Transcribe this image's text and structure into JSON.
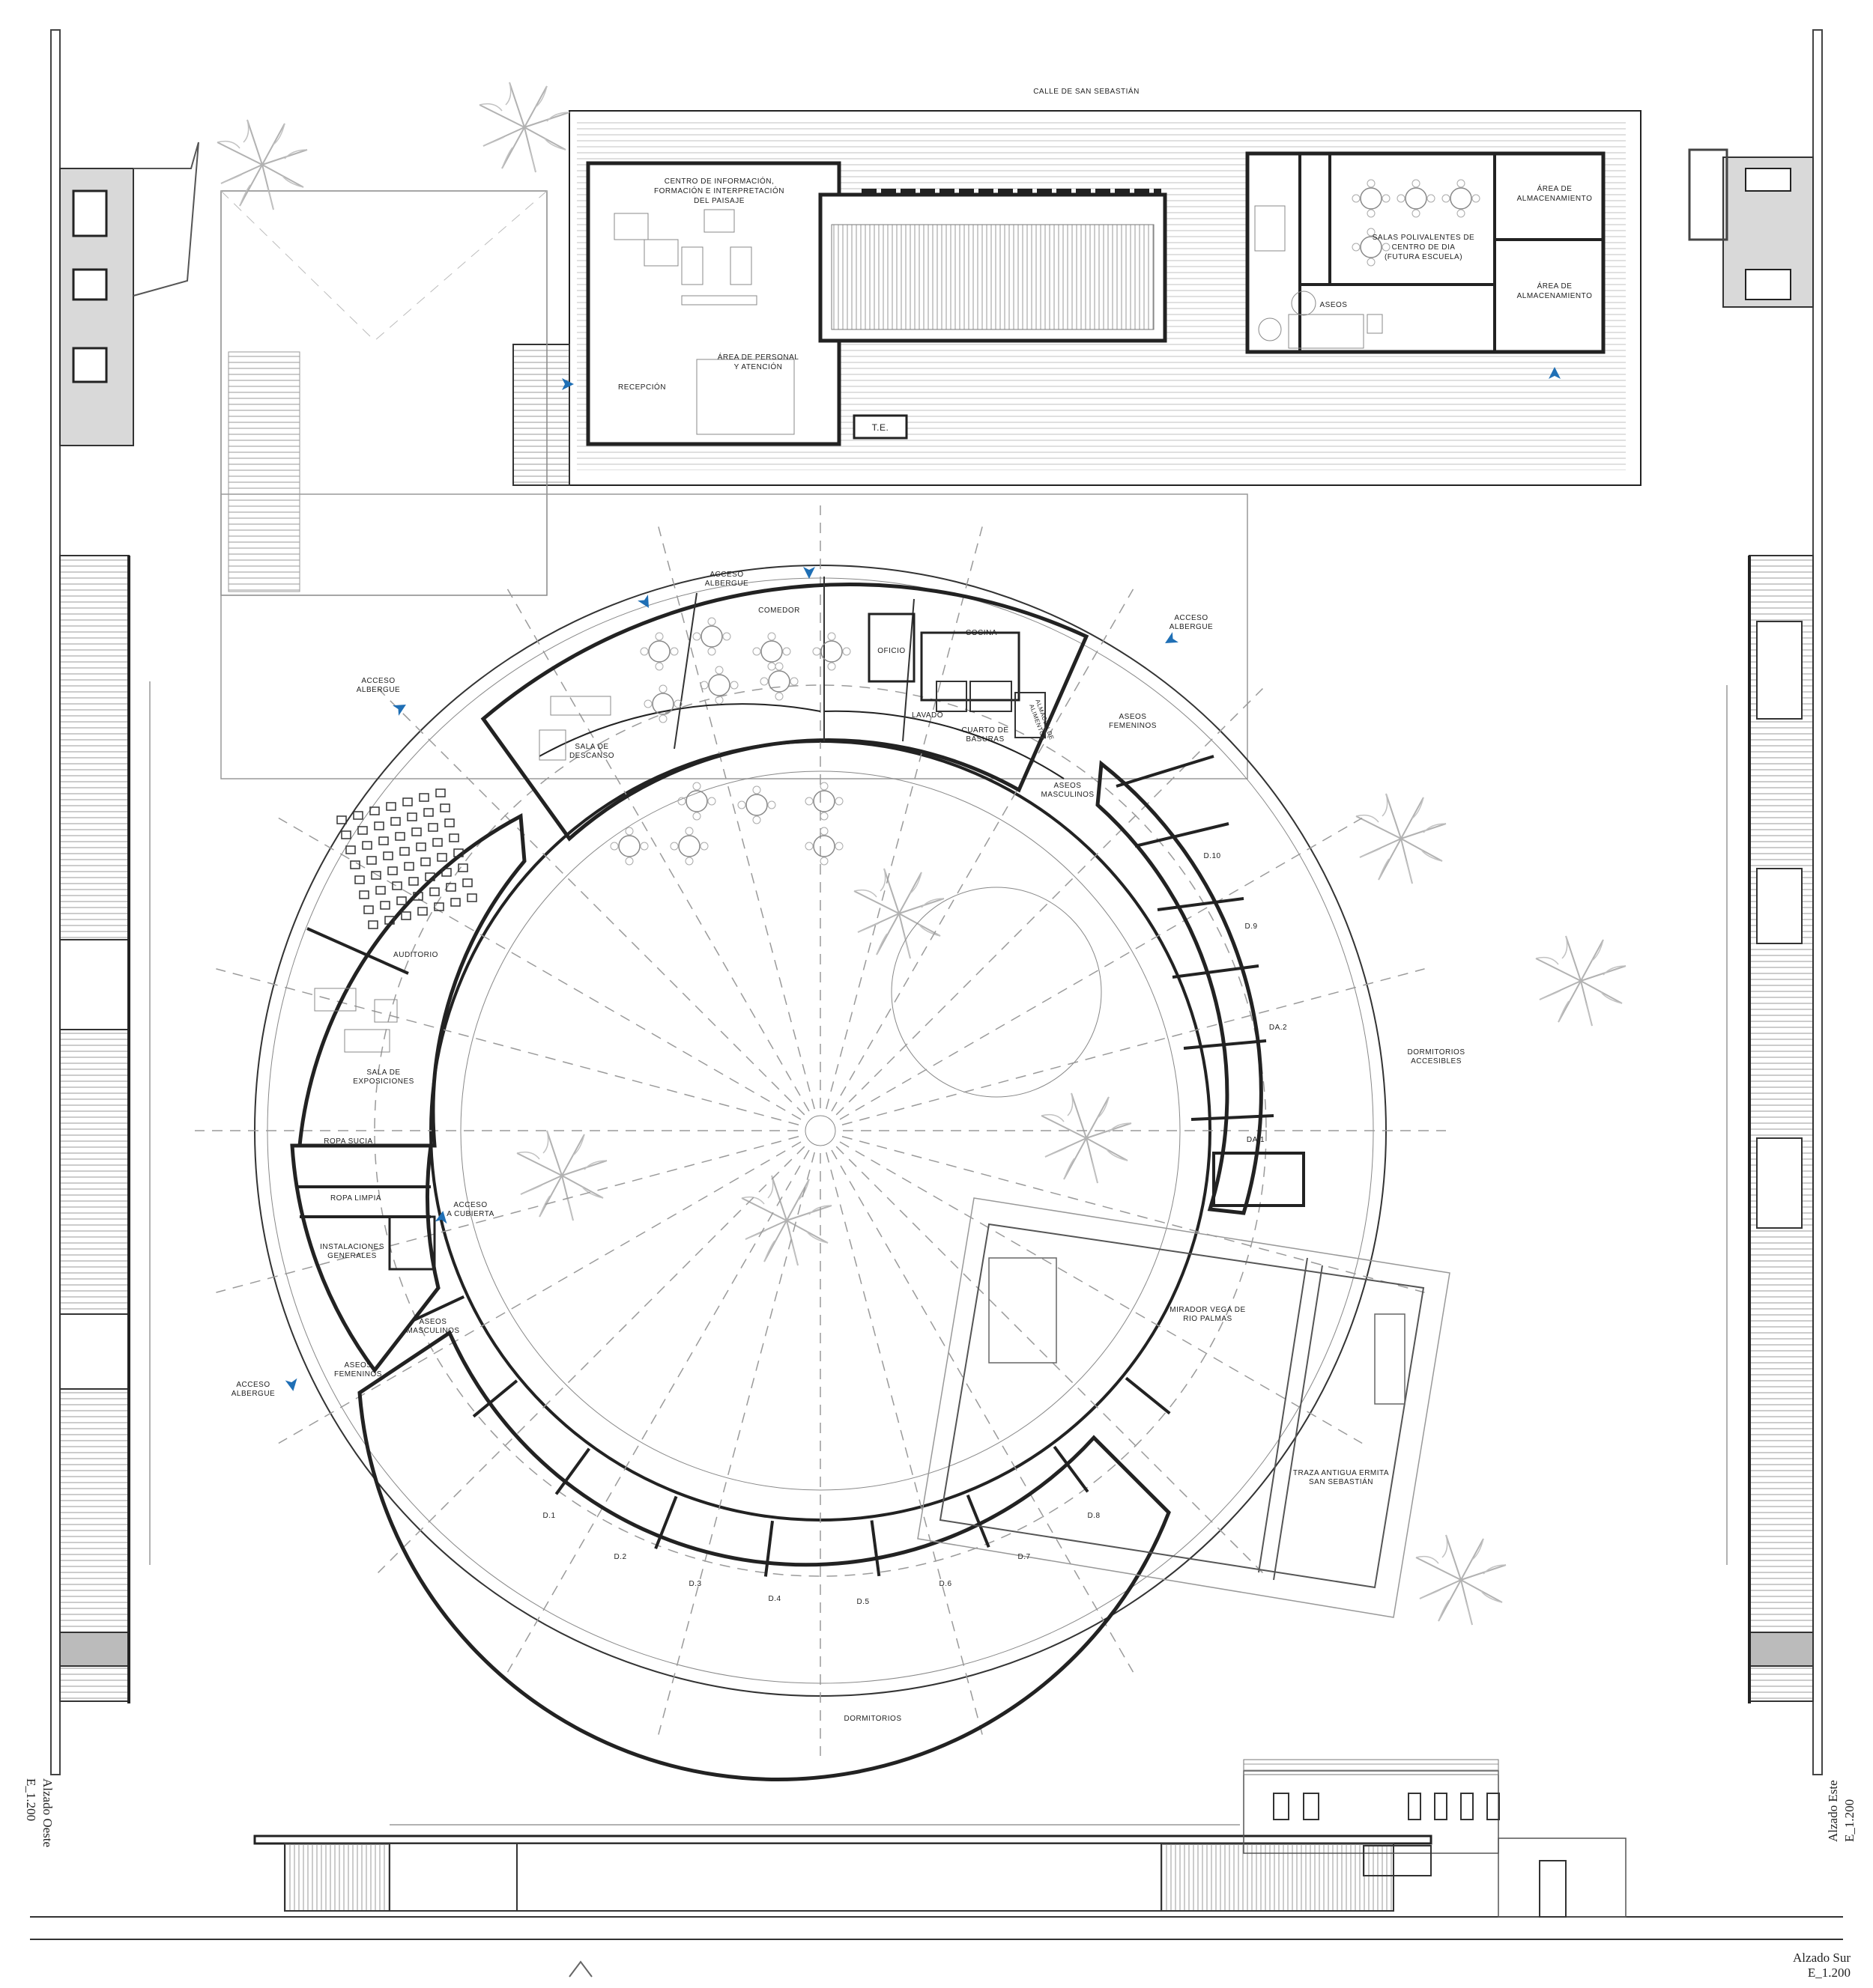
{
  "labels": {
    "street": "CALLE DE SAN SEBASTIÁN",
    "info_center": [
      "CENTRO DE INFORMACIÓN,",
      "FORMACIÓN E INTERPRETACIÓN",
      "DEL PAISAJE"
    ],
    "reception": "RECEPCIÓN",
    "staff_area": [
      "ÁREA DE PERSONAL",
      "Y ATENCIÓN"
    ],
    "te": "T.E.",
    "multipurpose": [
      "SALAS POLIVALENTES DE",
      "CENTRO DE DIA",
      "(FUTURA ESCUELA)"
    ],
    "storage_1": [
      "ÁREA DE",
      "ALMACENAMIENTO"
    ],
    "storage_2": [
      "ÁREA DE",
      "ALMACENAMIENTO"
    ],
    "toilets_top": "ASEOS",
    "access_north": [
      "ACCESO",
      "ALBERGUE"
    ],
    "access_ne": [
      "ACCESO",
      "ALBERGUE"
    ],
    "access_nw": [
      "ACCESO",
      "ALBERGUE"
    ],
    "access_sw": [
      "ACCESO",
      "ALBERGUE"
    ],
    "access_roof": [
      "ACCESO",
      "A CUBIERTA"
    ],
    "dining": "COMEDOR",
    "kitchen": "COCINA",
    "pantry": "OFICIO",
    "washing": "LAVADO",
    "trash_room": [
      "CUARTO DE",
      "BASURAS"
    ],
    "food_storage": [
      "ALMACEN DE",
      "ALIMENTOS"
    ],
    "rest_room": [
      "SALA DE",
      "DESCANSO"
    ],
    "auditorium": "AUDITORIO",
    "exhibition": [
      "SALA DE",
      "EXPOSICIONES"
    ],
    "dirty_laundry": "ROPA SUCIA",
    "clean_laundry": "ROPA LIMPIA",
    "installations": [
      "INSTALACIONES",
      "GENERALES"
    ],
    "toilets_f_ne": [
      "ASEOS",
      "FEMENINOS"
    ],
    "toilets_m_ne": [
      "ASEOS",
      "MASCULINOS"
    ],
    "toilets_m_sw": [
      "ASEOS",
      "MASCULINOS"
    ],
    "toilets_f_sw": [
      "ASEOS",
      "FEMENINOS"
    ],
    "accessible_dorms": [
      "DORMITORIOS",
      "ACCESIBLES"
    ],
    "dorms": "DORMITORIOS",
    "lookout": [
      "MIRADOR VEGA DE",
      "RIO PALMAS"
    ],
    "hermitage": [
      "TRAZA ANTIGUA ERMITA",
      "SAN SEBASTIÁN"
    ],
    "east_rooms": [
      "D.10",
      "D.9",
      "DA.2",
      "DA.1"
    ],
    "south_rooms": [
      "D.1",
      "D.2",
      "D.3",
      "D.4",
      "D.5",
      "D.6",
      "D.7",
      "D.8"
    ]
  },
  "elevations": {
    "west": [
      "Alzado Oeste",
      "E_1.200"
    ],
    "east": [
      "Alzado Este",
      "E_1.200"
    ],
    "south": [
      "Alzado Sur",
      "E_1.200"
    ]
  },
  "colors": {
    "line": "#222222",
    "access_arrow": "#1f6fb5",
    "light_line": "#9a9a9a"
  }
}
